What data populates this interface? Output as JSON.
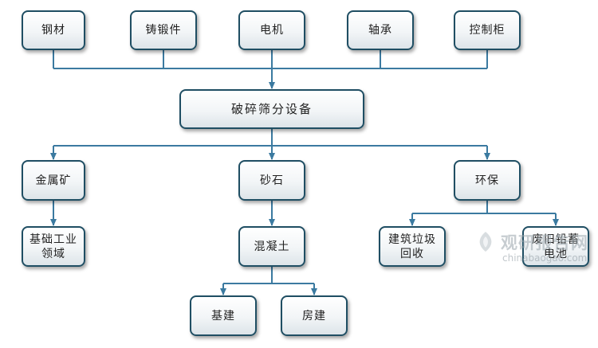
{
  "diagram": {
    "upstream": [
      "钢材",
      "铸锻件",
      "电机",
      "轴承",
      "控制柜"
    ],
    "center": "破碎筛分设备",
    "downstream_l1": [
      "金属矿",
      "砂石",
      "环保"
    ],
    "metal_child": "基础工业\n领域",
    "sand_child": "混凝土",
    "concrete_children": [
      "基建",
      "房建"
    ],
    "env_children": [
      "建筑垃圾\n回收",
      "废旧铅蓄\n电池"
    ]
  },
  "watermark": {
    "name": "观研报告网",
    "url": "chinabaogao.com"
  },
  "colors": {
    "node_border": "#1f4e63",
    "connector": "#3b7aa0",
    "watermark": "#9aa6ad"
  }
}
